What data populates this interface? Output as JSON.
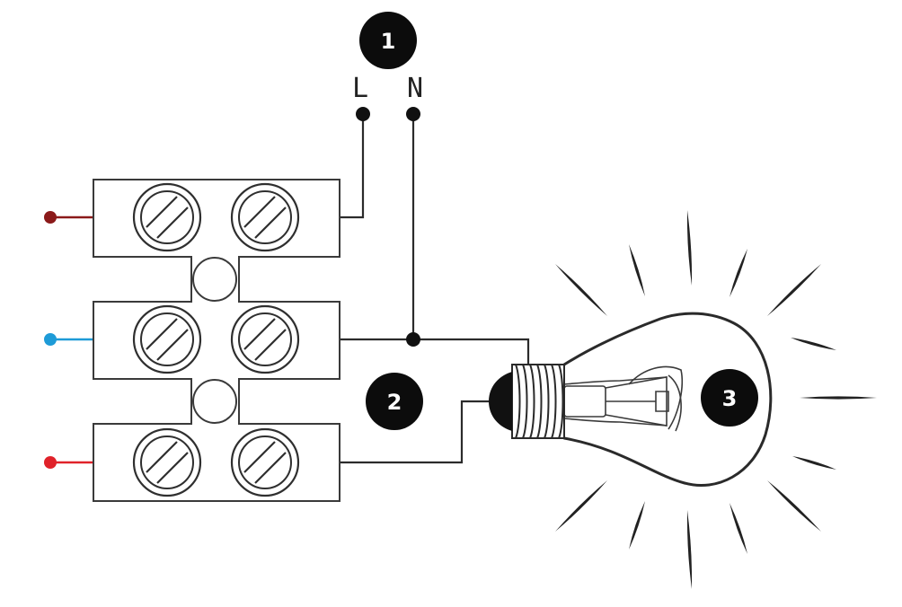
{
  "terminals": {
    "line_label": "L",
    "neutral_label": "N"
  },
  "badges": {
    "mains_supply": "1",
    "connector_output": "2",
    "bulb": "3"
  },
  "colors": {
    "wire_brown": "#8b1a1a",
    "wire_blue": "#1e9bd7",
    "wire_red": "#e0222a",
    "line": "#2b2b2b",
    "badge": "#0c0c0c"
  },
  "icons": {
    "connector": "terminal-block-icon",
    "lamp": "light-bulb-icon"
  }
}
